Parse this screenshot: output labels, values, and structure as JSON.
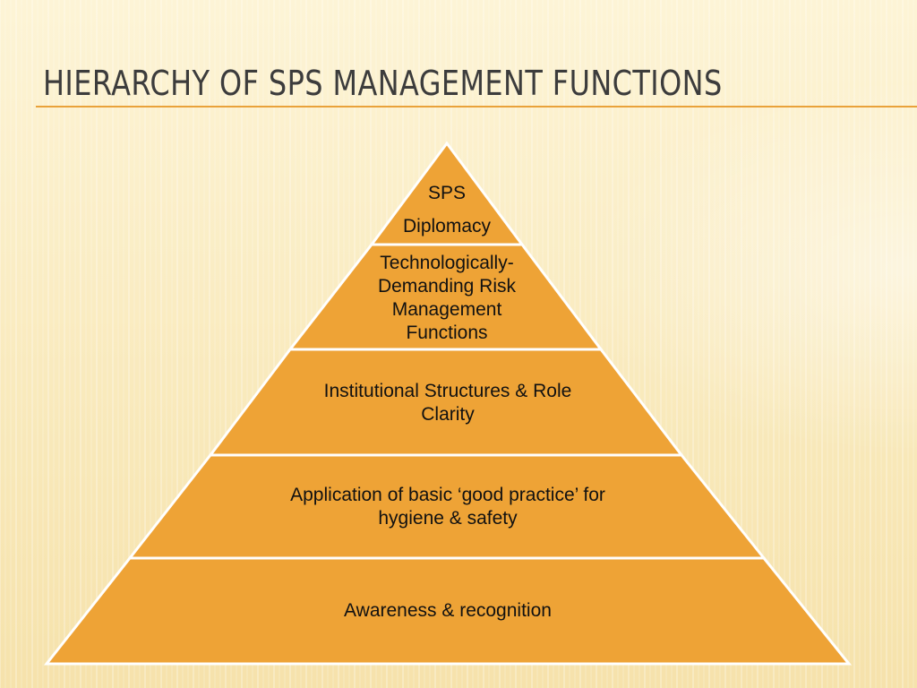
{
  "slide": {
    "title": "Hierarchy of SPS Management Functions"
  },
  "pyramid": {
    "tiers": [
      {
        "lines": [
          "SPS",
          "Diplomacy"
        ]
      },
      {
        "lines": [
          "Technologically-",
          "Demanding Risk",
          "Management",
          "Functions"
        ]
      },
      {
        "lines": [
          "Institutional Structures & Role",
          "Clarity"
        ]
      },
      {
        "lines": [
          "Application of basic ‘good practice’ for",
          "hygiene & safety"
        ]
      },
      {
        "lines": [
          "Awareness & recognition"
        ]
      }
    ]
  },
  "colors": {
    "tier_fill": "#eea336",
    "tier_stroke": "#ffffff",
    "accent_rule": "#e9a23a",
    "title_text": "#3c3c3c",
    "background": "#fbeec2"
  }
}
